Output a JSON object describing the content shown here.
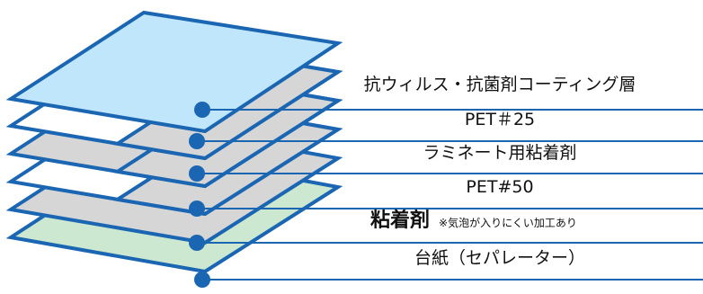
{
  "layers": [
    {
      "label": "抗ウィルス・抗菌剤コーティング層",
      "note": "",
      "fill": "#bfe6fb",
      "shaded": false
    },
    {
      "label": "PET＃25",
      "note": "",
      "fill": "#ffffff",
      "shaded": true
    },
    {
      "label": "ラミネート用粘着剤",
      "note": "",
      "fill": "#d6d6d6",
      "shaded": true
    },
    {
      "label": "PET#50",
      "note": "",
      "fill": "#ffffff",
      "shaded": true
    },
    {
      "label": "粘着剤",
      "note": "※気泡が入りにくい加工あり",
      "fill": "#d6d6d6",
      "shaded": false
    },
    {
      "label": "台紙（セパレーター）",
      "note": "",
      "fill": "#cce8d0",
      "shaded": false
    }
  ],
  "colors": {
    "outline": "#1a66b3",
    "shade": "#d6d6d6",
    "marker": "#1a66b3",
    "text": "#111111"
  }
}
